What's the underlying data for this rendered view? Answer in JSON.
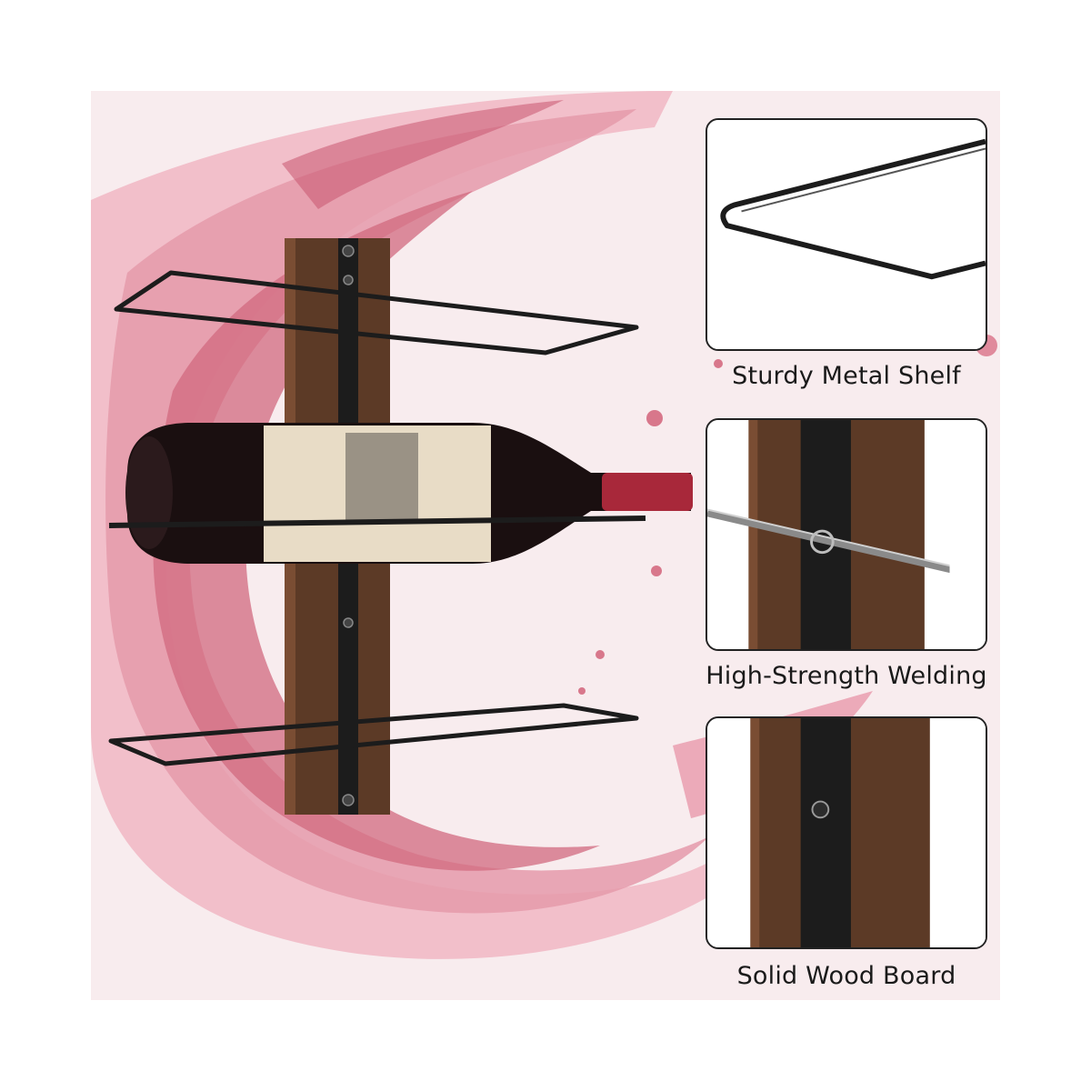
{
  "colors": {
    "background": "#ffffff",
    "splash_light": "#f4c7d0",
    "splash_mid": "#e88ea0",
    "splash_dark": "#c9566f",
    "wood": "#5c3a26",
    "wood_light": "#7a4d33",
    "metal": "#1c1c1c",
    "bottle": "#1a0f10",
    "foil": "#a8283a",
    "label": "#e8dcc6"
  },
  "icons": [
    "wine-splash-illustration",
    "wine-rack-illustration",
    "wine-bottle-illustration",
    "metal-shelf-icon",
    "welding-joint-icon",
    "wood-board-icon"
  ],
  "features": [
    {
      "caption": "Sturdy Metal Shelf"
    },
    {
      "caption": "High-Strength Welding"
    },
    {
      "caption": "Solid Wood Board"
    }
  ]
}
